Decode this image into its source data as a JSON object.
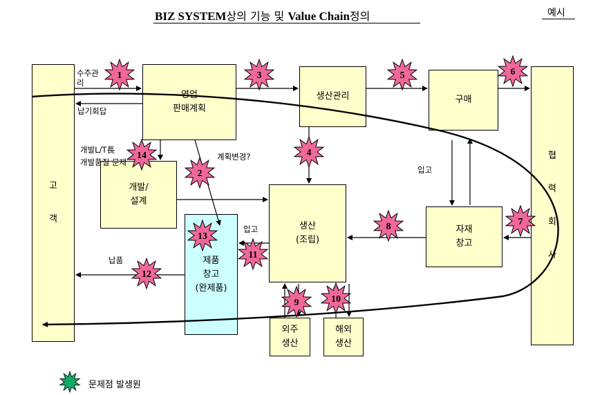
{
  "header": {
    "title_latin_1": "BIZ SYSTEM",
    "title_korean_1": "상의 기능 및 ",
    "title_latin_2": "Value Chain",
    "title_korean_2": "정의",
    "example_label": "예시"
  },
  "boxes": {
    "customer": [
      "고",
      "객"
    ],
    "sales": "영업\n판매계획",
    "production_mgmt": "생산관리",
    "purchase": "구매",
    "partner": [
      "협",
      "력",
      "회",
      "사"
    ],
    "development": "개발/\n설계",
    "production": "생산\n(조립)",
    "material_warehouse": "자재\n창고",
    "product_warehouse": "제품\n창고\n(완제품)",
    "outsourcing": "외주\n생산",
    "overseas": "해외\n생산"
  },
  "labels": {
    "order_mgmt": "수주관\n리",
    "delivery_reply": "납기회답",
    "dev_issue": "개발L/T長\n개발품질 문제",
    "plan_change": "계획변경?",
    "receiving_1": "입고",
    "receiving_2": "입고",
    "delivery": "납품"
  },
  "problem_points": [
    "1",
    "2",
    "3",
    "4",
    "5",
    "6",
    "7",
    "8",
    "9",
    "10",
    "11",
    "12",
    "13",
    "14"
  ],
  "colors": {
    "box_yellow": "#ffffcc",
    "box_cyan": "#ccffff",
    "starburst": "#f0689a",
    "legend_starburst": "#11aa66"
  },
  "legend": {
    "label": "문제점 발생원"
  }
}
